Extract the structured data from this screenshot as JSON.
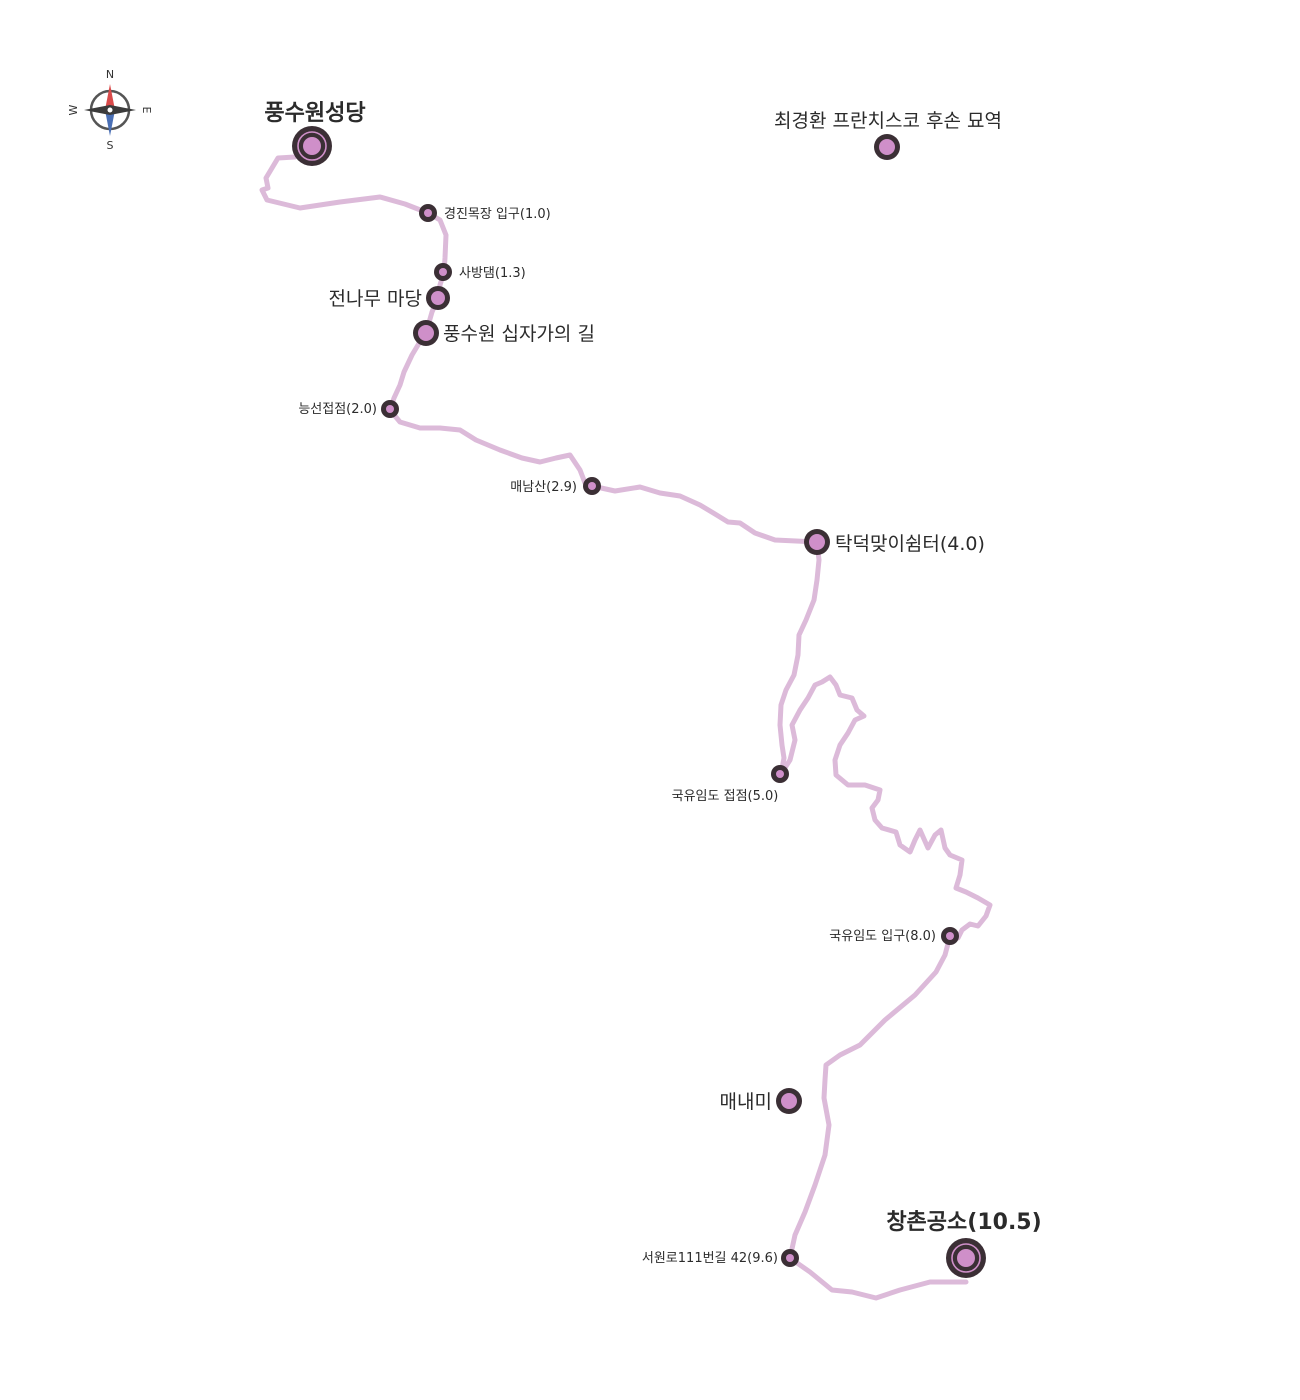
{
  "colors": {
    "route": "#dcbad9",
    "marker_ring": "#3b2f35",
    "marker_core": "#cf8fc9",
    "compass_north": "#d94a4a",
    "compass_south": "#4a6fb5",
    "compass_ring": "#555555"
  },
  "compass": {
    "icon": "compass-rose-icon",
    "north": "N",
    "south": "S",
    "east": "E",
    "west": "W"
  },
  "waypoints": [
    {
      "id": "start",
      "label": "풍수원성당",
      "kind": "endpoint"
    },
    {
      "id": "kyungjin",
      "label": "경진목장 입구(1.0)",
      "kind": "minor"
    },
    {
      "id": "sabang",
      "label": "사방댐(1.3)",
      "kind": "minor"
    },
    {
      "id": "jeonnamu",
      "label": "전나무 마당",
      "kind": "poi"
    },
    {
      "id": "cross",
      "label": "풍수원 십자가의 길",
      "kind": "poi"
    },
    {
      "id": "ridge",
      "label": "능선접점(2.0)",
      "kind": "minor"
    },
    {
      "id": "maenamsan",
      "label": "매남산(2.9)",
      "kind": "minor"
    },
    {
      "id": "takdeok",
      "label": "탁덕맞이쉼터(4.0)",
      "kind": "poi"
    },
    {
      "id": "forestjunction",
      "label": "국유임도 접점(5.0)",
      "kind": "minor"
    },
    {
      "id": "forestentry",
      "label": "국유임도 입구(8.0)",
      "kind": "minor"
    },
    {
      "id": "maenaemi",
      "label": "매내미",
      "kind": "poi"
    },
    {
      "id": "seowonro",
      "label": "서원로111번길 42(9.6)",
      "kind": "minor"
    },
    {
      "id": "end",
      "label": "창촌공소(10.5)",
      "kind": "endpoint"
    },
    {
      "id": "tomb",
      "label": "최경환 프란치스코 후손 묘역",
      "kind": "poi"
    }
  ]
}
